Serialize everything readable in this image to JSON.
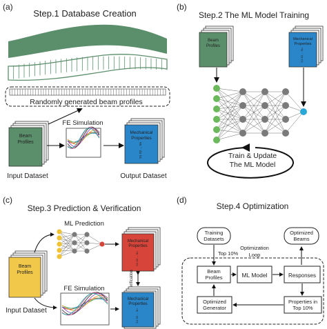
{
  "panels": {
    "a": {
      "letter": "(a)",
      "title": "Step.1 Database Creation",
      "random_label": "Randomly generated beam profiles",
      "fe_label": "FE Simulation",
      "card_beam": [
        "Beam",
        "Profiles"
      ],
      "card_mech": [
        "Mechanical",
        "Properties"
      ],
      "card_mech_small": "S1 S2 ... Sn",
      "input_label": "Input Dataset",
      "output_label": "Output Dataset"
    },
    "b": {
      "letter": "(b)",
      "title": "Step.2 The ML Model  Training",
      "card_beam": [
        "Beam",
        "Profiles"
      ],
      "card_mech": [
        "Mechanical",
        "Properties"
      ],
      "card_mech_small": "S1 S2 ... Sn",
      "loop_label": [
        "Train & Update",
        "The ML Model"
      ]
    },
    "c": {
      "letter": "(c)",
      "title": "Step.3 Prediction & Verification",
      "ml_label": "ML Prediction",
      "fe_label": "FE Simulation",
      "verification": "Verification",
      "card_beam": [
        "Beam",
        "Profiles"
      ],
      "card_mech": [
        "Mechanical",
        "Properties"
      ],
      "card_mech_small": "S1 S2 ... Sn",
      "input_label": "Input Dataset"
    },
    "d": {
      "letter": "(d)",
      "title": "Step.4 Optimization",
      "training": [
        "Training",
        "Datasets"
      ],
      "top": "Top 10%",
      "optimized_beams": [
        "Optimized",
        "Beams"
      ],
      "opt_loop": [
        "Optimization",
        "Loop"
      ],
      "beam_profiles": [
        "Beam",
        "Profiles"
      ],
      "ml_model": "ML Model",
      "responses": "Responses",
      "opt_gen": [
        "Optimized",
        "Generator"
      ],
      "props_top": [
        "Properties in",
        "Top 10%"
      ]
    }
  },
  "colors": {
    "green": "#5b8f6b",
    "green_light": "#78b08a",
    "blue": "#2a86c9",
    "red": "#d6443a",
    "yellow": "#f2c84b",
    "node_green": "#6cb85c",
    "node_gray": "#7a7a7a",
    "node_blue": "#2aa7d8",
    "node_red": "#d6443a",
    "node_yellow": "#f0c236"
  }
}
